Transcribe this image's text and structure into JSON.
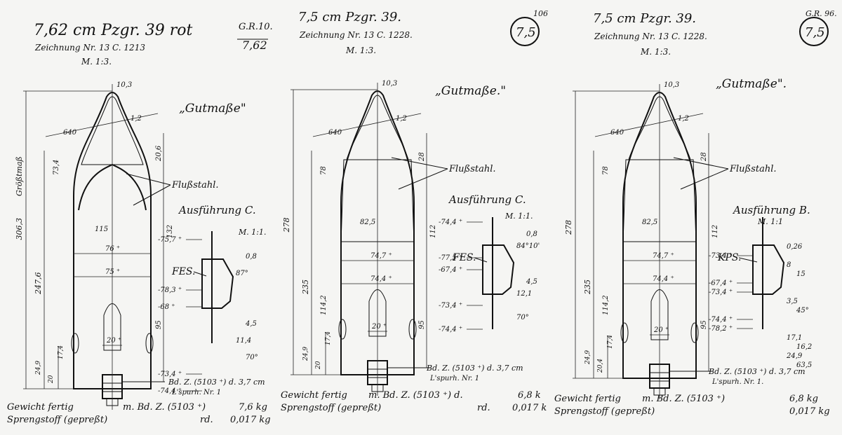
{
  "drawings": [
    {
      "id": "d1",
      "title": "7,62 cm Pzgr. 39 rot",
      "drawing_no": "Zeichnung Nr. 13 C. 1213",
      "scale": "M. 1:3.",
      "ref_code": "G.R.10.",
      "caliber_label": "7,62",
      "quality": "„Gutmaße\"",
      "material": "Flußstahl.",
      "variant": "Ausführung C.",
      "detail_scale": "M. 1:1.",
      "band_label": "FES.",
      "dims": {
        "tip": "10,3",
        "wall": "1,2",
        "radius": "640",
        "overall_label": "Größtmaß",
        "overall": "306,3",
        "length1": "247,6",
        "length2": "73,4",
        "length3": "20,6",
        "radius2": "115",
        "length4": "132",
        "length5": "95",
        "dia1": "76 ⁺",
        "dia2": "75 ⁺",
        "dia3": "20 ⁺",
        "low1": "17,4",
        "low2": "24,9",
        "low3": "20"
      },
      "detail_dims": [
        "-75,7 ⁺",
        "0,8",
        "87°",
        "-78,3 ⁺",
        "-68 ⁺",
        "4,5",
        "11,4",
        "70°",
        "-73,4 ⁺",
        "-74,4 ⁺"
      ],
      "fuze": "Bd. Z. (5103 ⁺) d. 3,7 cm",
      "tracer": "L'spurh. Nr. 1",
      "weight_label": "Gewicht fertig",
      "weight_mid": "m. Bd. Z. (5103 ⁺)",
      "weight_value": "7,6 kg",
      "charge_label": "Sprengstoff (gepreßt)",
      "charge_mid": "rd.",
      "charge_value": "0,017 kg"
    },
    {
      "id": "d2",
      "title": "7,5 cm Pzgr. 39.",
      "drawing_no": "Zeichnung Nr. 13 C. 1228.",
      "scale": "M. 1:3.",
      "ref_code": "106",
      "caliber_label": "7,5",
      "quality": "„Gutmaße.\"",
      "material": "Flußstahl.",
      "variant": "Ausführung C.",
      "detail_scale": "M. 1:1.",
      "band_label": "FES.",
      "dims": {
        "tip": "10,3",
        "wall": "1,2",
        "radius": "640",
        "overall": "278",
        "length1": "235",
        "length2": "78",
        "length3": "28",
        "radius2": "82,5",
        "length4": "112",
        "length5": "95",
        "length6": "114,2",
        "dia1": "74,7 ⁺",
        "dia2": "74,4 ⁺",
        "dia3": "20 ⁺",
        "low1": "17,4",
        "low2": "24,9",
        "low3": "20"
      },
      "detail_dims": [
        "-74,4 ⁺",
        "0,8",
        "84°10'",
        "-77,5 ⁺",
        "-67,4 ⁺",
        "4,5",
        "12,1",
        "-73,4 ⁺",
        "70°",
        "-74,4 ⁺"
      ],
      "fuze": "Bd. Z. (5103 ⁺) d. 3,7 cm",
      "tracer": "L'spurh. Nr. 1",
      "weight_label": "Gewicht fertig",
      "weight_mid": "m. Bd. Z. (5103 ⁺) d.",
      "weight_value": "6,8 k",
      "charge_label": "Sprengstoff (gepreßt)",
      "charge_mid": "rd.",
      "charge_value": "0,017 k"
    },
    {
      "id": "d3",
      "title": "7,5 cm Pzgr. 39.",
      "drawing_no": "Zeichnung Nr. 13 C. 1228.",
      "scale": "M. 1:3.",
      "ref_code": "G.R. 96.",
      "caliber_label": "7,5",
      "quality": "„Gutmaße\".",
      "material": "Flußstahl.",
      "variant": "Ausführung B.",
      "detail_scale": "M. 1:1",
      "band_label": "KPS.",
      "dims": {
        "tip": "10,3",
        "wall": "1,2",
        "radius": "640",
        "overall": "278",
        "length1": "235",
        "length2": "78",
        "length3": "28",
        "radius2": "82,5",
        "length4": "112",
        "length5": "95",
        "length6": "114,2",
        "dia1": "74,7 ⁺",
        "dia2": "74,4 ⁺",
        "dia3": "20 ⁺",
        "low1": "17,4",
        "low2": "24,9",
        "low3": "20,4"
      },
      "detail_dims": [
        "0,26",
        "-73,4 ⁺",
        "8",
        "15",
        "-67,4 ⁺",
        "-73,4 ⁺",
        "3,5",
        "45°",
        "-74,4 ⁺",
        "-78,2 ⁺",
        "17,1",
        "16,2",
        "24,9",
        "63,5"
      ],
      "fuze": "Bd. Z. (5103 ⁺) d. 3,7 cm",
      "tracer": "L'spurh. Nr. 1.",
      "weight_label": "Gewicht fertig",
      "weight_mid": "m. Bd. Z. (5103 ⁺)",
      "weight_value": "6,8 kg",
      "charge_label": "Sprengstoff (gepreßt)",
      "charge_mid": "",
      "charge_value": "0,017 kg"
    }
  ]
}
